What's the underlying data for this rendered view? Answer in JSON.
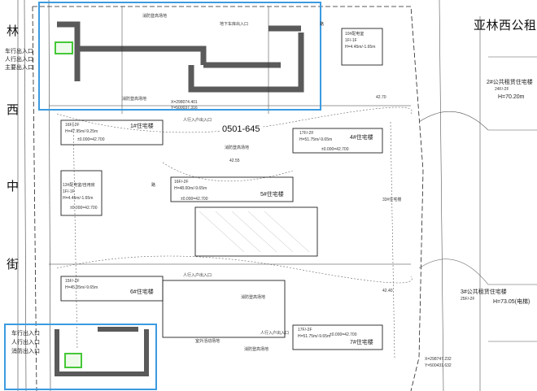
{
  "neighbor_title": "亚林西公租房",
  "street_chars": [
    "林",
    "西",
    "中",
    "街"
  ],
  "plot_id": "0501-645",
  "north_entrance": [
    "车行出入口",
    "人行出入口",
    "主要出入口"
  ],
  "south_entrance": [
    "车行出入口",
    "人行出入口",
    "消防出入口"
  ],
  "buildings": [
    {
      "name": "1#住宅楼",
      "spec": "16F/-2F",
      "height": "H=47.95m/-9.25m"
    },
    {
      "name": "4#住宅楼",
      "spec": "17F/-2F",
      "height": "H=51.75m/-9.65m"
    },
    {
      "name": "5#住宅楼",
      "spec": "16F/-2F",
      "height": "H=48.00m/-9.65m"
    },
    {
      "name": "6#住宅楼",
      "spec": "15F/-2F",
      "height": "H=45.05m/-9.65m"
    },
    {
      "name": "7#住宅楼",
      "spec": "17F/-2F",
      "height": "H=51.75m/-9.65m"
    },
    {
      "name": "10#配电室",
      "spec": "1F/-1F",
      "height": "H=4.45m/-1.65m"
    },
    {
      "name": "13#配电室/自用房",
      "spec": "1F/-1F",
      "height": "H=4.45m/-1.65m"
    },
    {
      "name": "2#公共租赁住宅楼",
      "spec": "24F/-2F",
      "height": "H=70.20m"
    },
    {
      "name": "3#公共租赁住宅楼",
      "spec": "25F/-2F",
      "height": "H=73.05(电梯)"
    }
  ],
  "labels": {
    "fire_lane": "消防登高场地",
    "ground_entrance": "地下车库出入口",
    "pedestrian_entrance": "人行入户出入口",
    "playground": "室外活动场地",
    "elevation": "±0.000=42.700",
    "coord_1": "X=298074.401",
    "coord_2": "Y=500037.316",
    "coord_3": "X=298747.232",
    "coord_4": "Y=500431.632",
    "building_33": "33#住宅楼",
    "level_4255": "42.55",
    "level_4270": "42.70",
    "level_4240": "42.40",
    "road": "路"
  },
  "colors": {
    "highlight_blue": "#3c9be0",
    "highlight_green": "#46c837",
    "wall": "#5a5a5a"
  }
}
